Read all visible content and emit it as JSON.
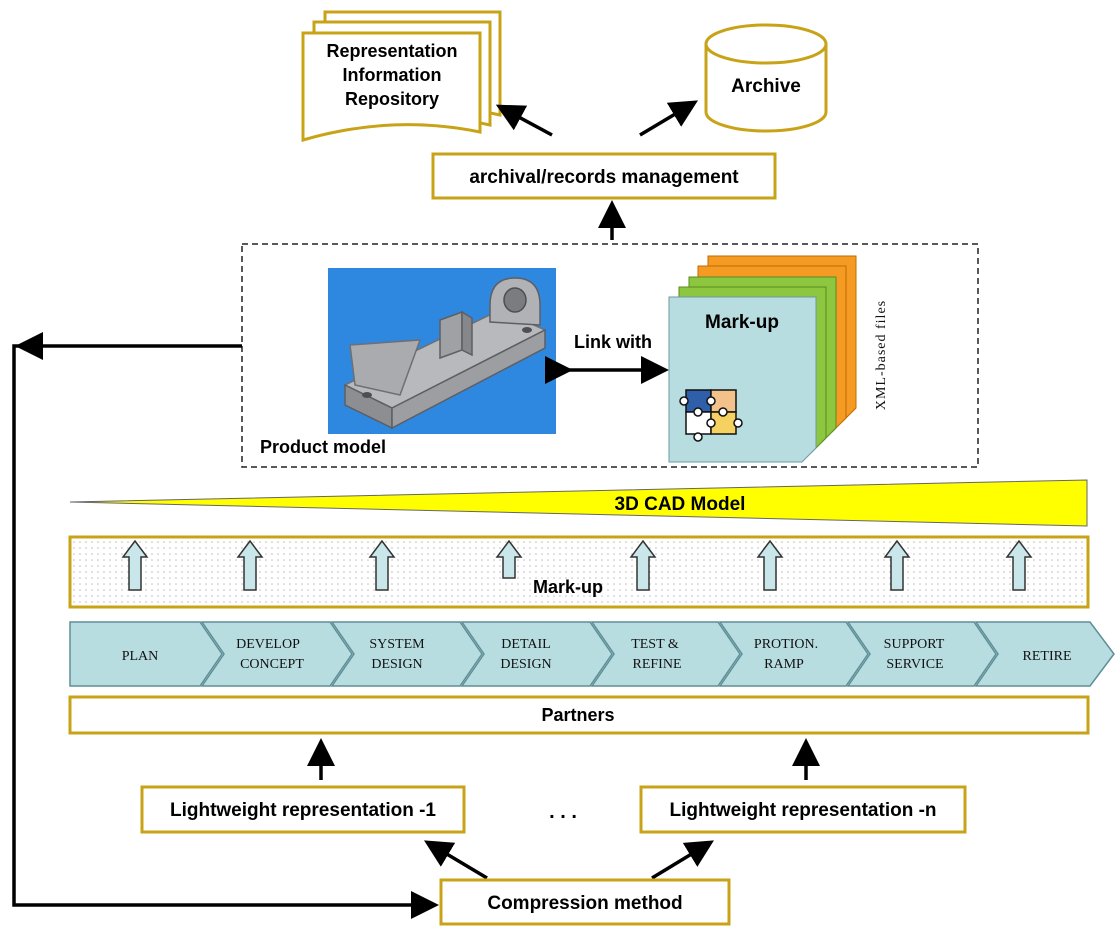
{
  "repository": {
    "line1": "Representation",
    "line2": "Information",
    "line3": "Repository"
  },
  "archive": {
    "label": "Archive"
  },
  "records_management": {
    "label": "archival/records management"
  },
  "product_model": {
    "label": "Product model"
  },
  "link": {
    "label": "Link with"
  },
  "markup_doc": {
    "label": "Mark-up"
  },
  "xml_files": {
    "label": "XML-based files"
  },
  "cad_model": {
    "label": "3D CAD Model"
  },
  "markup_band": {
    "label": "Mark-up"
  },
  "lifecycle": {
    "stages": [
      {
        "line1": "PLAN",
        "line2": ""
      },
      {
        "line1": "DEVELOP",
        "line2": "CONCEPT"
      },
      {
        "line1": "SYSTEM",
        "line2": "DESIGN"
      },
      {
        "line1": "DETAIL",
        "line2": "DESIGN"
      },
      {
        "line1": "TEST &",
        "line2": "REFINE"
      },
      {
        "line1": "PROTION.",
        "line2": "RAMP"
      },
      {
        "line1": "SUPPORT",
        "line2": "SERVICE"
      },
      {
        "line1": "RETIRE",
        "line2": ""
      }
    ]
  },
  "partners": {
    "label": "Partners"
  },
  "lightweight": {
    "first": "Lightweight representation -1",
    "ellipsis": ". . .",
    "last": "Lightweight representation -n"
  },
  "compression": {
    "label": "Compression method"
  },
  "colors": {
    "box_border": "#c8a317",
    "cad_fill": "#ffff00",
    "stage_fill": "#b8dde1",
    "markup_orange": "#f59a23",
    "markup_green": "#8dc63f",
    "model_bg": "#2f88df"
  }
}
